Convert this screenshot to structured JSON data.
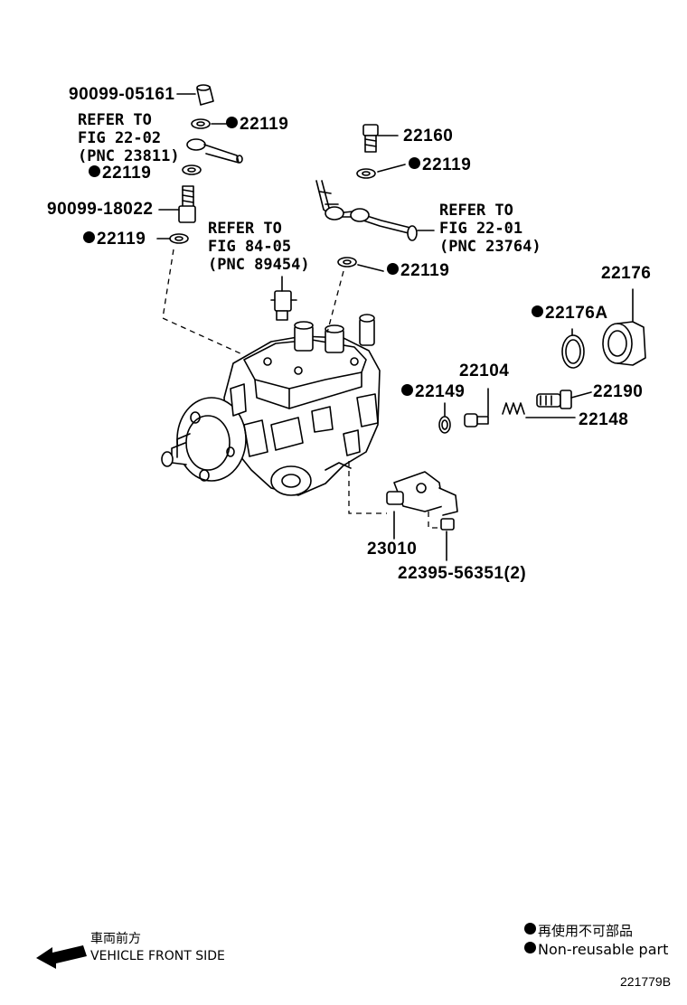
{
  "parts": {
    "p90099_05161": "90099-05161",
    "p22119_a": "22119",
    "p22119_b": "22119",
    "p22119_c": "22119",
    "p22119_d": "22119",
    "p22119_e": "22119",
    "p90099_18022": "90099-18022",
    "p22160": "22160",
    "p22176": "22176",
    "p22176A": "22176A",
    "p22104": "22104",
    "p22149": "22149",
    "p22190": "22190",
    "p22148": "22148",
    "p23010": "23010",
    "p22395": "22395-56351(2)"
  },
  "refs": {
    "fig_22_02": [
      "REFER TO",
      "FIG 22-02",
      "(PNC 23811)"
    ],
    "fig_22_01": [
      "REFER TO",
      "FIG 22-01",
      "(PNC 23764)"
    ],
    "fig_84_05": [
      "REFER TO",
      "FIG 84-05",
      "(PNC 89454)"
    ]
  },
  "legend": {
    "japanese": "再使用不可部品",
    "english": "Non-reusable part"
  },
  "front_indicator": {
    "japanese": "車両前方",
    "english": "VEHICLE FRONT SIDE"
  },
  "figure_number": "221779B"
}
